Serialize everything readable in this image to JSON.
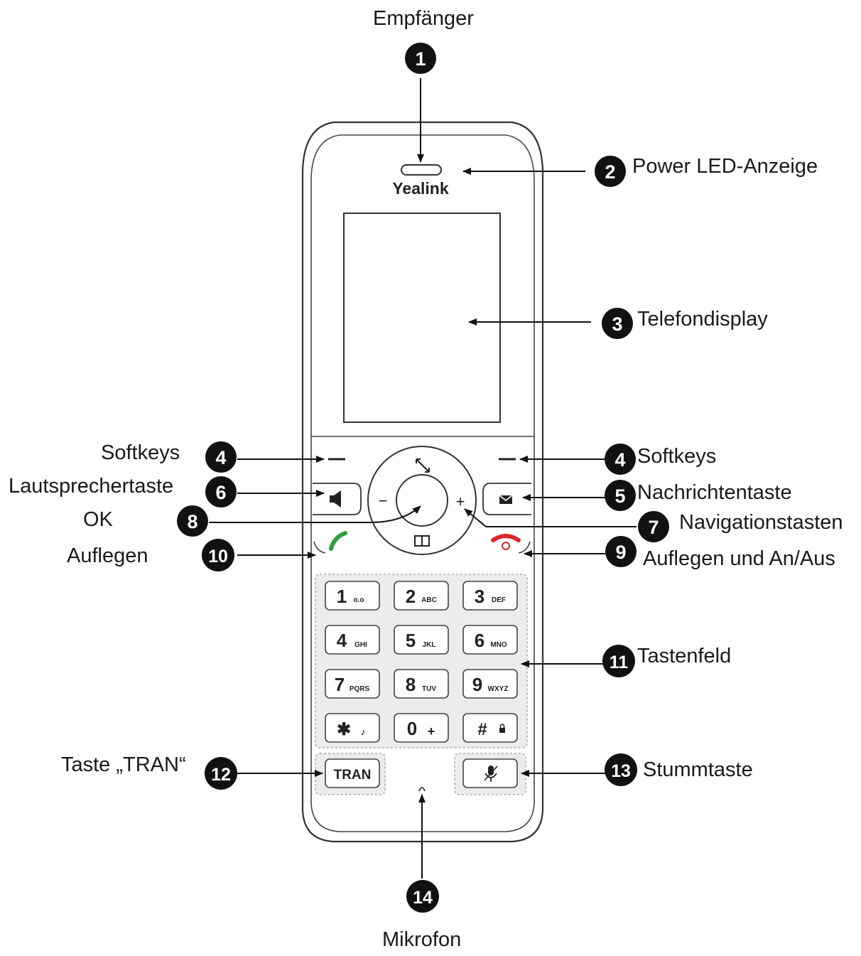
{
  "brand": "Yealink",
  "labels": {
    "empfaenger": "Empfänger",
    "power_led": "Power LED-Anzeige",
    "telefondisplay": "Telefondisplay",
    "softkeys_left": "Softkeys",
    "softkeys_right": "Softkeys",
    "lautsprechertaste": "Lautsprechertaste",
    "nachrichtentaste": "Nachrichtentaste",
    "ok": "OK",
    "navigationstasten": "Navigationstasten",
    "auflegen": "Auflegen",
    "auflegen_anaus": "Auflegen und An/Aus",
    "tastenfeld": "Tastenfeld",
    "taste_tran": "Taste „TRAN“",
    "stummtaste": "Stummtaste",
    "mikrofon": "Mikrofon"
  },
  "callouts": {
    "n1": "1",
    "n2": "2",
    "n3": "3",
    "n4a": "4",
    "n4b": "4",
    "n5": "5",
    "n6": "6",
    "n7": "7",
    "n8": "8",
    "n9": "9",
    "n10": "10",
    "n11": "11",
    "n12": "12",
    "n13": "13",
    "n14": "14"
  },
  "keypad": {
    "k1": {
      "digit": "1",
      "letters": "o.o"
    },
    "k2": {
      "digit": "2",
      "letters": "ABC"
    },
    "k3": {
      "digit": "3",
      "letters": "DEF"
    },
    "k4": {
      "digit": "4",
      "letters": "GHI"
    },
    "k5": {
      "digit": "5",
      "letters": "JKL"
    },
    "k6": {
      "digit": "6",
      "letters": "MNO"
    },
    "k7": {
      "digit": "7",
      "letters": "PQRS"
    },
    "k8": {
      "digit": "8",
      "letters": "TUV"
    },
    "k9": {
      "digit": "9",
      "letters": "WXYZ"
    },
    "kstar": {
      "digit": "✱",
      "letters": "♪"
    },
    "k0": {
      "digit": "0",
      "letters": "+"
    },
    "khash": {
      "digit": "#",
      "letters": "🔒"
    }
  },
  "tran_key": "TRAN",
  "nav": {
    "minus": "−",
    "plus": "+"
  }
}
